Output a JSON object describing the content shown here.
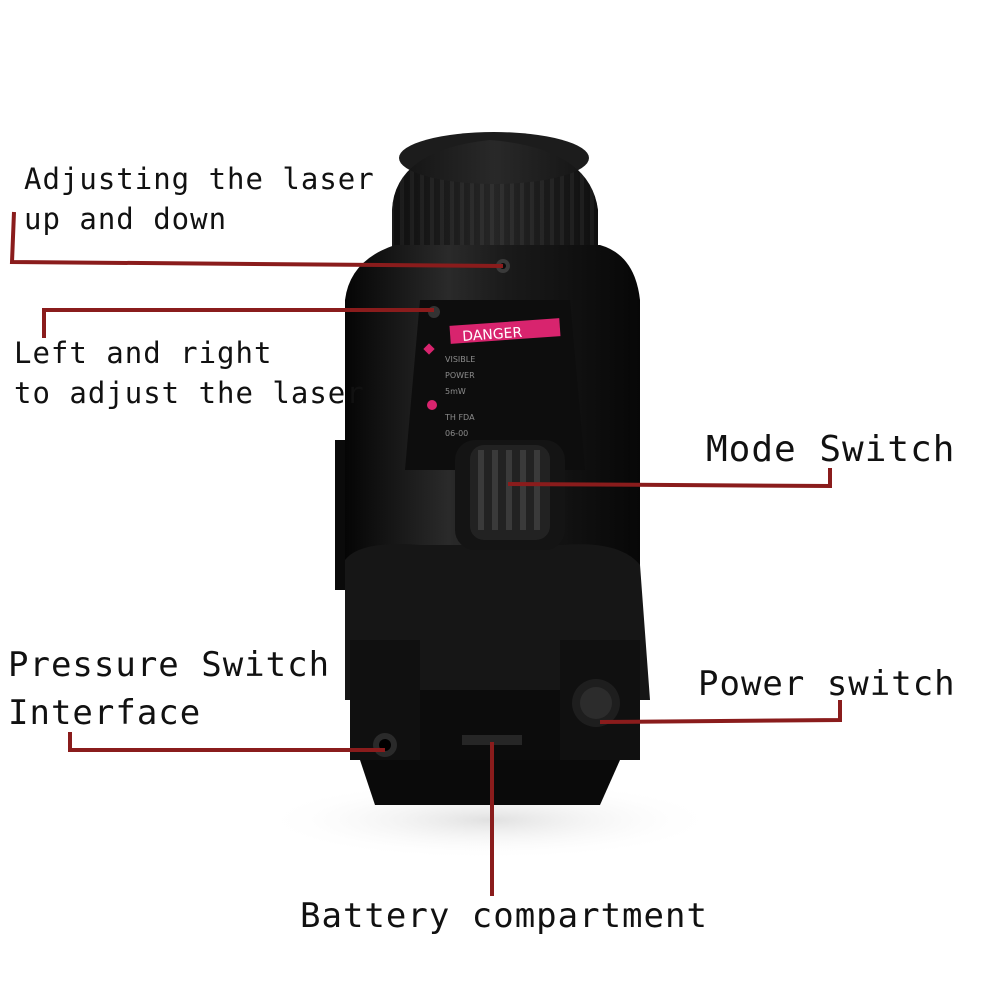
{
  "annotations": {
    "adjust_up_down": [
      "Adjusting the laser",
      "up and down"
    ],
    "adjust_left_right": [
      "Left and right",
      "to adjust the laser"
    ],
    "mode_switch": "Mode Switch",
    "power_switch": "Power switch",
    "pressure_switch": [
      "Pressure Switch",
      "Interface"
    ],
    "battery": "Battery compartment"
  },
  "warning_label": {
    "title": "DANGER",
    "lines": [
      "VISIBLE",
      "POWER",
      "5mW",
      "TH FDA",
      "06-00"
    ]
  },
  "colors": {
    "leader_line": "#8a1c1c",
    "device_body": "#141414",
    "warning_accent": "#d8246e"
  }
}
